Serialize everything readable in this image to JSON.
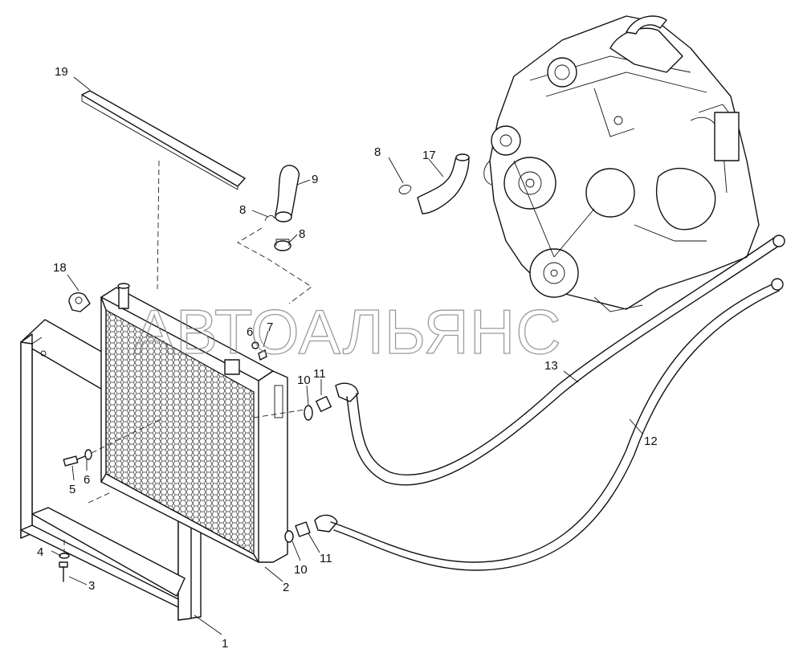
{
  "watermark": "АВТОАЛЬЯНС",
  "callouts": [
    {
      "id": "c19",
      "text": "19"
    },
    {
      "id": "c9",
      "text": "9"
    },
    {
      "id": "c8a",
      "text": "8"
    },
    {
      "id": "c8b",
      "text": "8"
    },
    {
      "id": "c8c",
      "text": "8"
    },
    {
      "id": "c17",
      "text": "17"
    },
    {
      "id": "c18",
      "text": "18"
    },
    {
      "id": "c6a",
      "text": "6"
    },
    {
      "id": "c7",
      "text": "7"
    },
    {
      "id": "c10a",
      "text": "10"
    },
    {
      "id": "c11a",
      "text": "11"
    },
    {
      "id": "c13",
      "text": "13"
    },
    {
      "id": "c12",
      "text": "12"
    },
    {
      "id": "c5",
      "text": "5"
    },
    {
      "id": "c6b",
      "text": "6"
    },
    {
      "id": "c4",
      "text": "4"
    },
    {
      "id": "c3",
      "text": "3"
    },
    {
      "id": "c2",
      "text": "2"
    },
    {
      "id": "c10b",
      "text": "10"
    },
    {
      "id": "c11b",
      "text": "11"
    },
    {
      "id": "c1",
      "text": "1"
    }
  ]
}
